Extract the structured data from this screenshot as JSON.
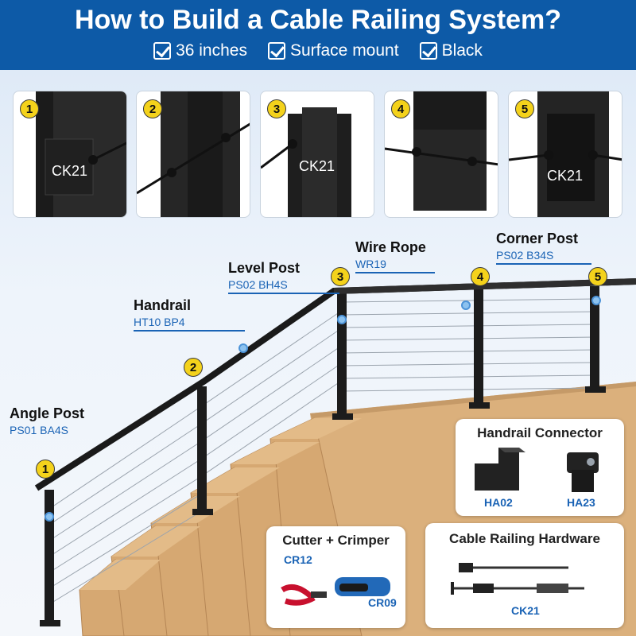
{
  "header": {
    "title": "How to Build a Cable Railing System?",
    "specs": [
      "36 inches",
      "Surface mount",
      "Black"
    ]
  },
  "steps": {
    "badges": [
      "1",
      "2",
      "3",
      "4",
      "5"
    ],
    "ck_label": "CK21"
  },
  "parts": {
    "angle_post": {
      "name": "Angle Post",
      "code": "PS01 BA4S",
      "badge": "1"
    },
    "handrail": {
      "name": "Handrail",
      "code": "HT10 BP4",
      "badge": "2"
    },
    "level_post": {
      "name": "Level Post",
      "code": "PS02 BH4S",
      "badge": "3"
    },
    "wire_rope": {
      "name": "Wire Rope",
      "code": "WR19",
      "badge": "4"
    },
    "corner_post": {
      "name": "Corner Post",
      "code": "PS02 B34S",
      "badge": "5"
    }
  },
  "handrail_connector": {
    "title": "Handrail Connector",
    "items": [
      "HA02",
      "HA23"
    ]
  },
  "cutter_crimper": {
    "title": "Cutter + Crimper",
    "items": [
      "CR12",
      "CR09"
    ]
  },
  "cable_hardware": {
    "title": "Cable Railing Hardware",
    "code": "CK21"
  },
  "colors": {
    "header_blue": "#0d5aa7",
    "accent_blue": "#1a63b5",
    "badge_yellow": "#f4d21b",
    "post_black": "#1c1c1c",
    "wood": "#d9ae7a"
  }
}
